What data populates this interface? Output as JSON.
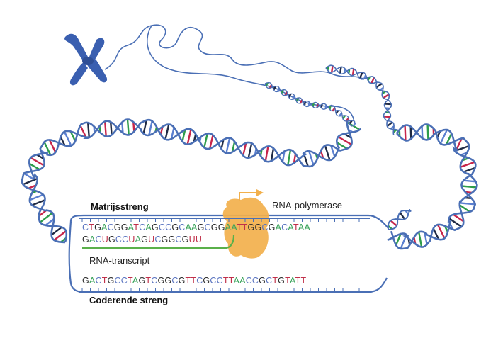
{
  "labels": {
    "template_strand": "Matrijsstreng",
    "polymerase": "RNA-polymerase",
    "transcript": "RNA-transcript",
    "coding_strand": "Coderende streng"
  },
  "sequences": {
    "template": "CTGACGGATCAGCCGCAAGCGGAATTGGCGACATAA",
    "rna": "GACUGCCUAGUCGGCGUU",
    "coding": "GACTGCCTAGTCGGCGTTCGCCTTAACCGCTGTATT"
  },
  "colors": {
    "backbone": "#4a6fb5",
    "chromosome": "#3a5fb0",
    "polymerase": "#f2b04c",
    "rna_strand": "#5ab04a",
    "A": "#3aa35a",
    "T": "#c0304a",
    "C": "#5a74c0",
    "G": "#2a2a2a",
    "U": "#c0304a",
    "rungs": [
      "#2d9c4a",
      "#c7254a",
      "#1f2a44",
      "#5a7fd0"
    ]
  },
  "icons": {
    "chromosome": "chromosome-icon",
    "polymerase": "polymerase-blob-icon",
    "arrow": "transcription-arrow-icon"
  }
}
